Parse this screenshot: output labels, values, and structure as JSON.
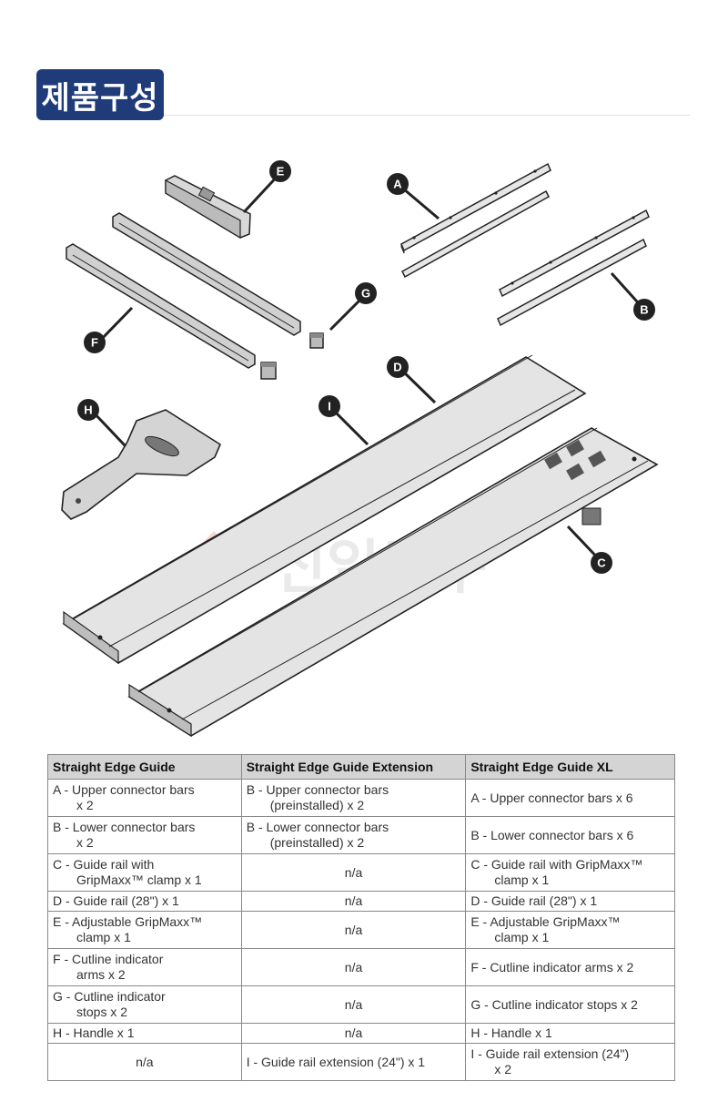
{
  "header": {
    "title": "제품구성"
  },
  "watermark": "신일공구",
  "callouts": [
    "A",
    "B",
    "C",
    "D",
    "E",
    "F",
    "G",
    "H",
    "I"
  ],
  "table": {
    "headers": [
      "Straight Edge Guide",
      "Straight Edge Guide Extension",
      "Straight Edge Guide XL"
    ],
    "rows": [
      [
        "A - Upper connector bars\nx 2",
        "B - Upper connector bars\n(preinstalled) x 2",
        "A - Upper connector bars x 6"
      ],
      [
        "B - Lower connector bars\nx 2",
        "B - Lower connector bars\n(preinstalled) x 2",
        "B - Lower connector bars x 6"
      ],
      [
        "C - Guide rail with\nGripMaxx™ clamp x 1",
        "n/a",
        "C - Guide rail with GripMaxx™\nclamp x 1"
      ],
      [
        "D - Guide rail (28\") x 1",
        "n/a",
        "D - Guide rail (28\") x 1"
      ],
      [
        "E - Adjustable GripMaxx™\nclamp x 1",
        "n/a",
        "E - Adjustable GripMaxx™\nclamp x 1"
      ],
      [
        "F - Cutline indicator\narms x 2",
        "n/a",
        "F - Cutline indicator arms x 2"
      ],
      [
        "G - Cutline indicator\nstops x 2",
        "n/a",
        "G - Cutline indicator stops x 2"
      ],
      [
        "H - Handle x 1",
        "n/a",
        "H - Handle x 1"
      ],
      [
        "n/a",
        "I - Guide rail extension (24\") x 1",
        "I - Guide rail extension (24\")\nx 2"
      ]
    ]
  }
}
